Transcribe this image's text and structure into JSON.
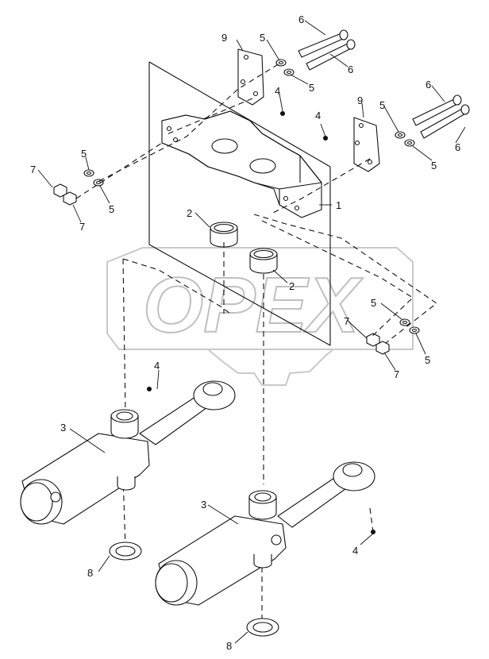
{
  "watermark": {
    "text": "OPEX",
    "color": "#cfcfcf"
  },
  "colors": {
    "line": "#111111",
    "fill": "#ffffff"
  },
  "callouts": {
    "c1": "1",
    "c2a": "2",
    "c2b": "2",
    "c3a": "3",
    "c3b": "3",
    "c4a": "4",
    "c4b": "4",
    "c4c": "4",
    "c4d": "4",
    "c5a": "5",
    "c5b": "5",
    "c5c": "5",
    "c5d": "5",
    "c5e": "5",
    "c5f": "5",
    "c5g": "5",
    "c5h": "5",
    "c6a": "6",
    "c6b": "6",
    "c6c": "6",
    "c6d": "6",
    "c7a": "7",
    "c7b": "7",
    "c7c": "7",
    "c7d": "7",
    "c8a": "8",
    "c8b": "8",
    "c9a": "9",
    "c9b": "9"
  }
}
